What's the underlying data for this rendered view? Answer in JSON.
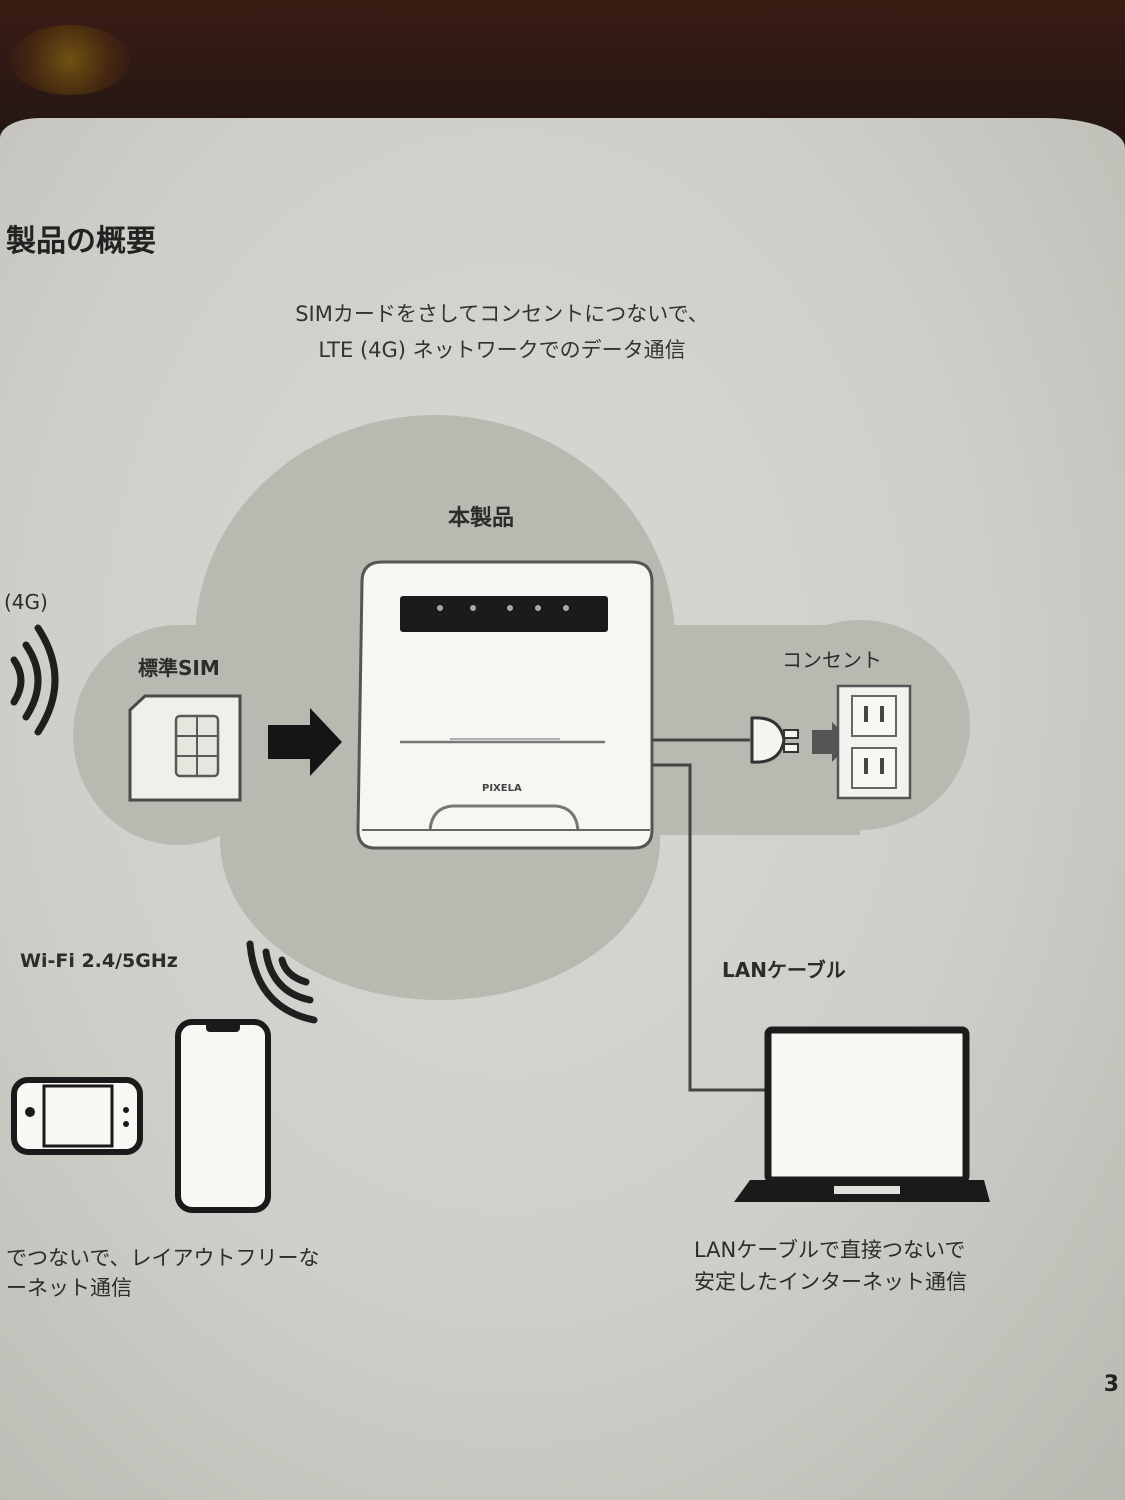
{
  "section_title": "製品の概要",
  "intro": {
    "line1": "SIMカードをさしてコンセントにつないで、",
    "line2": "LTE (4G) ネットワークでのデータ通信"
  },
  "labels": {
    "product": "本製品",
    "lte_fragment": "(4G)",
    "sim": "標準SIM",
    "outlet": "コンセント",
    "wifi": "Wi-Fi 2.4/5GHz",
    "lan_cable": "LANケーブル",
    "router_brand": "PIXELA"
  },
  "notes": {
    "wifi_line1": "でつないで、レイアウトフリーな",
    "wifi_line2": "ーネット通信",
    "lan_line1": "LANケーブルで直接つないで",
    "lan_line2": "安定したインターネット通信"
  },
  "page_number": "3",
  "icons": [
    "sim-card-icon",
    "arrow-right-icon",
    "router-icon",
    "plug-icon",
    "wall-outlet-icon",
    "signal-waves-icon",
    "wifi-waves-icon",
    "game-console-icon",
    "smartphone-icon",
    "laptop-icon"
  ],
  "colors": {
    "paper": "#d4d3cd",
    "bubble": "#b8b7b0",
    "ink": "#222222"
  }
}
